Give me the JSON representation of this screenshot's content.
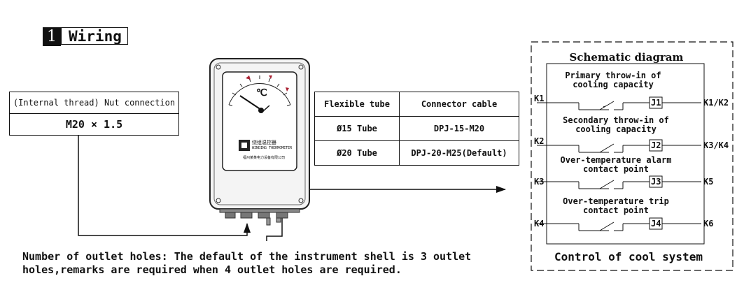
{
  "section": {
    "number": "1",
    "title": "Wiring"
  },
  "nut": {
    "header": "(Internal thread) Nut connection",
    "value": "M20 × 1.5"
  },
  "tube_table": {
    "headers": [
      "Flexible tube",
      "Connector cable"
    ],
    "rows": [
      [
        "Ø15 Tube",
        "DPJ-15-M20"
      ],
      [
        "Ø20 Tube",
        "DPJ-20-M25(Default)"
      ]
    ]
  },
  "device": {
    "unit": "℃",
    "brand_line1": "绕组温控器",
    "brand_line2": "WINDING THERMOMETER",
    "maker": "福州某某电力设备有限公司"
  },
  "note": {
    "line1": "Number of outlet holes: The default of the instrument shell is 3 outlet",
    "line2": "holes,remarks are required when 4 outlet holes are required."
  },
  "schematic": {
    "title": "Schematic diagram",
    "footer": "Control of cool system",
    "circuits": [
      {
        "left": "K1",
        "right": "K1/K2",
        "relay": "J1",
        "label1": "Primary throw-in of",
        "label2": "cooling capacity"
      },
      {
        "left": "K2",
        "right": "K3/K4",
        "relay": "J2",
        "label1": "Secondary throw-in of",
        "label2": "cooling capacity"
      },
      {
        "left": "K3",
        "right": "K5",
        "relay": "J3",
        "label1": "Over-temperature alarm",
        "label2": "contact point"
      },
      {
        "left": "K4",
        "right": "K6",
        "relay": "J4",
        "label1": "Over-temperature trip",
        "label2": "contact point"
      }
    ]
  }
}
